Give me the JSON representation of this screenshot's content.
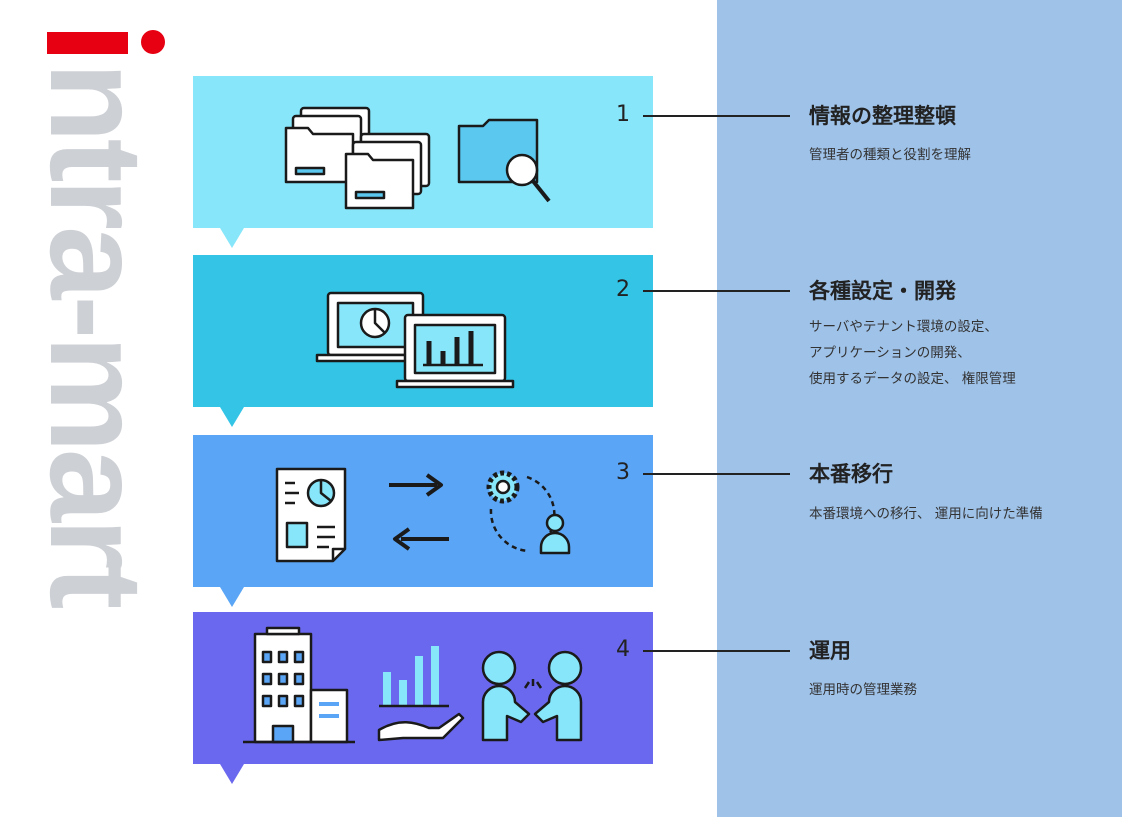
{
  "logo": {
    "text": "intra-mart",
    "brand_color": "#e60012"
  },
  "steps": [
    {
      "number": "1",
      "title": "情報の整理整頓",
      "desc": [
        "管理者の種類と役割を理解"
      ],
      "color": "#87e6fa",
      "icons": [
        "folders-icon",
        "folder-search-icon"
      ]
    },
    {
      "number": "2",
      "title": "各種設定・開発",
      "desc": [
        "サーバやテナント環境の設定、",
        "アプリケーションの開発、",
        "使用するデータの設定、 権限管理"
      ],
      "color": "#33c4e6",
      "icons": [
        "laptop-pie-chart-icon",
        "laptop-bar-chart-icon"
      ]
    },
    {
      "number": "3",
      "title": "本番移行",
      "desc": [
        "本番環境への移行、 運用に向けた準備"
      ],
      "color": "#5aa5f5",
      "icons": [
        "document-report-icon",
        "exchange-arrows-icon",
        "gear-user-cycle-icon"
      ]
    },
    {
      "number": "4",
      "title": "運用",
      "desc": [
        "運用時の管理業務"
      ],
      "color": "#6a68ee",
      "icons": [
        "office-building-icon",
        "hand-bar-chart-icon",
        "handshake-icon"
      ]
    }
  ]
}
